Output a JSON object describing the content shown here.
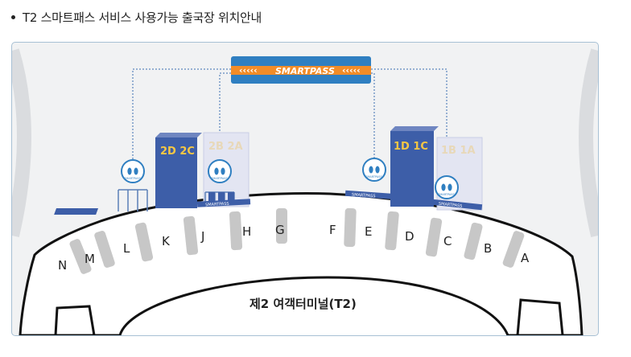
{
  "heading": {
    "text": "T2 스마트패스 서비스 사용가능 출국장 위치안내"
  },
  "terminal": {
    "label": "제2 여객터미널(T2)"
  },
  "banner": {
    "logo_text": "SMARTPASS",
    "left_chevrons": "‹‹‹‹‹",
    "right_chevrons": "‹‹‹‹‹",
    "color": "#2f7fc1",
    "accent": "#f28c28"
  },
  "departure_halls": [
    {
      "front": "2D 2C",
      "back": "2B 2A",
      "highlight": "front"
    },
    {
      "front": "1D 1C",
      "back": "1B 1A",
      "highlight": "front"
    }
  ],
  "lane_badges": [
    "SMARTPASS",
    "SMARTPASS",
    "SMARTPASS",
    "SMARTPASS"
  ],
  "floor_labels": [
    "SMARTPASS",
    "SMARTPASS",
    "SMARTPASS"
  ],
  "gates": [
    "N",
    "M",
    "L",
    "K",
    "J",
    "H",
    "G",
    "F",
    "E",
    "D",
    "C",
    "B",
    "A"
  ],
  "colors": {
    "tower_active": "#3d5ea8",
    "tower_inactive": "#c9cde6",
    "gate_block": "#c7c7c7"
  }
}
